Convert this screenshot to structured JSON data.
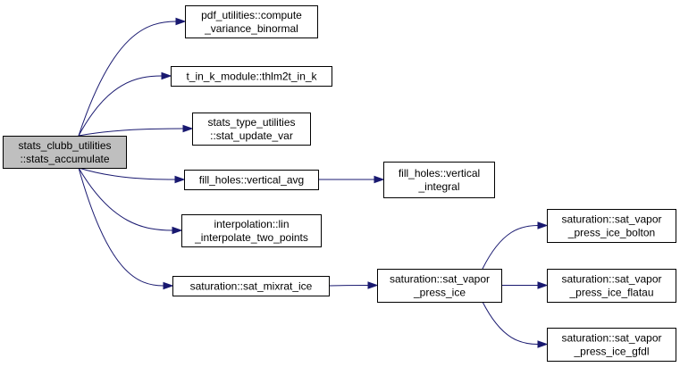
{
  "style": {
    "root_fill": "#bfbfbf",
    "node_fill": "#ffffff",
    "edge_color": "#191970"
  },
  "nodes": [
    {
      "id": "stats_accumulate",
      "lines": [
        "stats_clubb_utilities",
        "::stats_accumulate"
      ],
      "root": true
    },
    {
      "id": "compute_variance_binormal",
      "lines": [
        "pdf_utilities::compute",
        "_variance_binormal"
      ]
    },
    {
      "id": "thlm2t_in_k",
      "lines": [
        "t_in_k_module::thlm2t_in_k"
      ]
    },
    {
      "id": "stat_update_var",
      "lines": [
        "stats_type_utilities",
        "::stat_update_var"
      ]
    },
    {
      "id": "vertical_avg",
      "lines": [
        "fill_holes::vertical_avg"
      ]
    },
    {
      "id": "vertical_integral",
      "lines": [
        "fill_holes::vertical",
        "_integral"
      ]
    },
    {
      "id": "lin_interpolate_two_points",
      "lines": [
        "interpolation::lin",
        "_interpolate_two_points"
      ]
    },
    {
      "id": "sat_mixrat_ice",
      "lines": [
        "saturation::sat_mixrat_ice"
      ]
    },
    {
      "id": "sat_vapor_press_ice",
      "lines": [
        "saturation::sat_vapor",
        "_press_ice"
      ]
    },
    {
      "id": "sat_vapor_press_ice_bolton",
      "lines": [
        "saturation::sat_vapor",
        "_press_ice_bolton"
      ]
    },
    {
      "id": "sat_vapor_press_ice_flatau",
      "lines": [
        "saturation::sat_vapor",
        "_press_ice_flatau"
      ]
    },
    {
      "id": "sat_vapor_press_ice_gfdl",
      "lines": [
        "saturation::sat_vapor",
        "_press_ice_gfdl"
      ]
    }
  ],
  "edges": [
    {
      "from": "stats_accumulate",
      "to": "compute_variance_binormal"
    },
    {
      "from": "stats_accumulate",
      "to": "thlm2t_in_k"
    },
    {
      "from": "stats_accumulate",
      "to": "stat_update_var"
    },
    {
      "from": "stats_accumulate",
      "to": "vertical_avg"
    },
    {
      "from": "stats_accumulate",
      "to": "lin_interpolate_two_points"
    },
    {
      "from": "stats_accumulate",
      "to": "sat_mixrat_ice"
    },
    {
      "from": "vertical_avg",
      "to": "vertical_integral"
    },
    {
      "from": "sat_mixrat_ice",
      "to": "sat_vapor_press_ice"
    },
    {
      "from": "sat_vapor_press_ice",
      "to": "sat_vapor_press_ice_bolton"
    },
    {
      "from": "sat_vapor_press_ice",
      "to": "sat_vapor_press_ice_flatau"
    },
    {
      "from": "sat_vapor_press_ice",
      "to": "sat_vapor_press_ice_gfdl"
    }
  ]
}
